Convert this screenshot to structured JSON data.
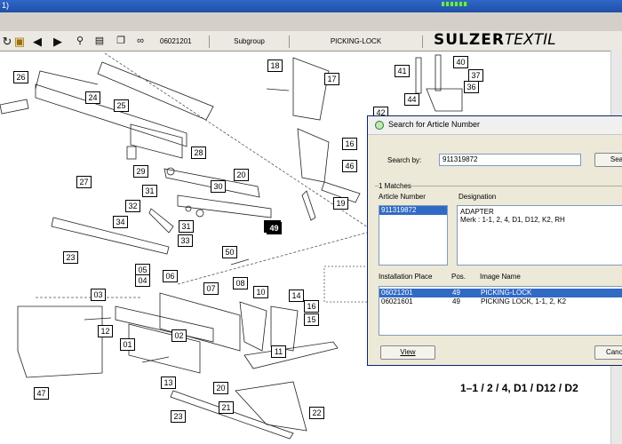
{
  "window": {
    "title_fragment": "1)"
  },
  "toolbar": {
    "doc_number": "06021201",
    "subgroup_label": "Subgroup",
    "group_name": "PICKING-LOCK",
    "brand_main": "SULZER",
    "brand_sub": "TEXTIL",
    "icons": [
      "refresh-icon",
      "lock-icon",
      "print-icon",
      "back-arrow-icon",
      "forward-arrow-icon",
      "zoom-icon",
      "document-icon",
      "copy-icon",
      "binoculars-icon"
    ]
  },
  "drawing": {
    "callouts": [
      "26",
      "25",
      "24",
      "29",
      "28",
      "27",
      "20",
      "31",
      "30",
      "32",
      "34",
      "33",
      "31",
      "50",
      "49",
      "23",
      "05",
      "04",
      "06",
      "03",
      "07",
      "08",
      "12",
      "10",
      "14",
      "15",
      "16",
      "01",
      "02",
      "11",
      "13",
      "47",
      "21",
      "20",
      "22",
      "23",
      "18",
      "17",
      "16",
      "19",
      "46",
      "41",
      "40",
      "37",
      "36",
      "44",
      "42"
    ],
    "position_label": "1–1 / 2 / 4, D1 / D12 / D2",
    "highlighted_callout": "49"
  },
  "dialog": {
    "title": "Search for Article Number",
    "search_by_label": "Search by:",
    "search_value": "911319872",
    "search_button": "Sea",
    "matches_label": "1 Matches",
    "article_number_header": "Article Number",
    "designation_header": "Designation",
    "article_numbers": [
      "911319872"
    ],
    "designation_lines": [
      "ADAPTER",
      "Merk : 1-1, 2, 4, D1, D12, K2, RH"
    ],
    "install_headers": {
      "place": "Installation Place",
      "pos": "Pos.",
      "image": "Image Name"
    },
    "install_rows": [
      {
        "place": "06021201",
        "pos": "49",
        "image": "PICKING-LOCK",
        "selected": true
      },
      {
        "place": "06021601",
        "pos": "49",
        "image": "PICKING LOCK, 1-1, 2, K2",
        "selected": false
      }
    ],
    "view_button": "View",
    "cancel_button": "Cano"
  }
}
